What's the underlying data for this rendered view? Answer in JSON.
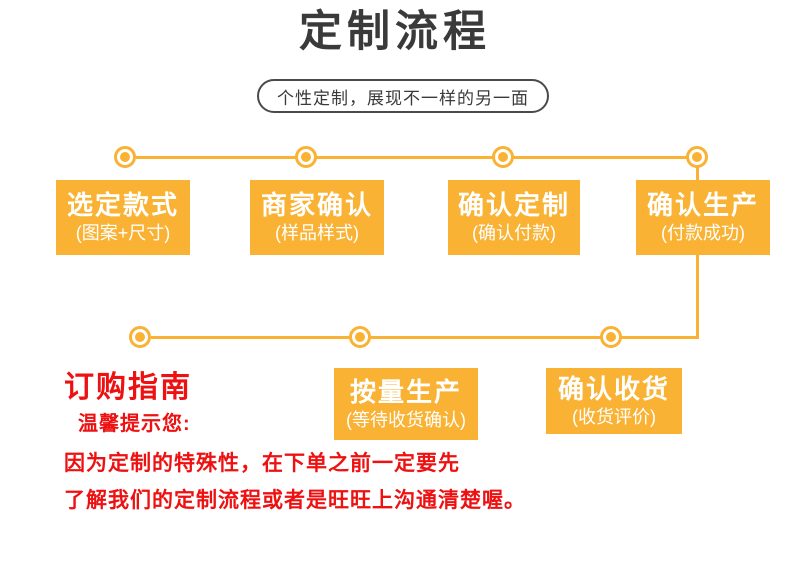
{
  "header": {
    "title": "定制流程",
    "subtitle": "个性定制，展现不一样的另一面"
  },
  "colors": {
    "accent_orange": "#f9b233",
    "title_gray": "#3a3a3a",
    "guide_red": "#ee1111",
    "box_text": "#ffffff"
  },
  "flow": {
    "row1": {
      "steps": [
        {
          "main": "选定款式",
          "sub": "(图案+尺寸)"
        },
        {
          "main": "商家确认",
          "sub": "(样品样式)"
        },
        {
          "main": "确认定制",
          "sub": "(确认付款)"
        },
        {
          "main": "确认生产",
          "sub": "(付款成功)"
        }
      ]
    },
    "row2": {
      "steps": [
        {
          "main": "按量生产",
          "sub": "(等待收货确认)"
        },
        {
          "main": "确认收货",
          "sub": "(收货评价)"
        }
      ]
    }
  },
  "guide": {
    "title": "订购指南",
    "subtitle": "温馨提示您:",
    "line1": "因为定制的特殊性，在下单之前一定要先",
    "line2": "了解我们的定制流程或者是旺旺上沟通清楚喔。"
  }
}
